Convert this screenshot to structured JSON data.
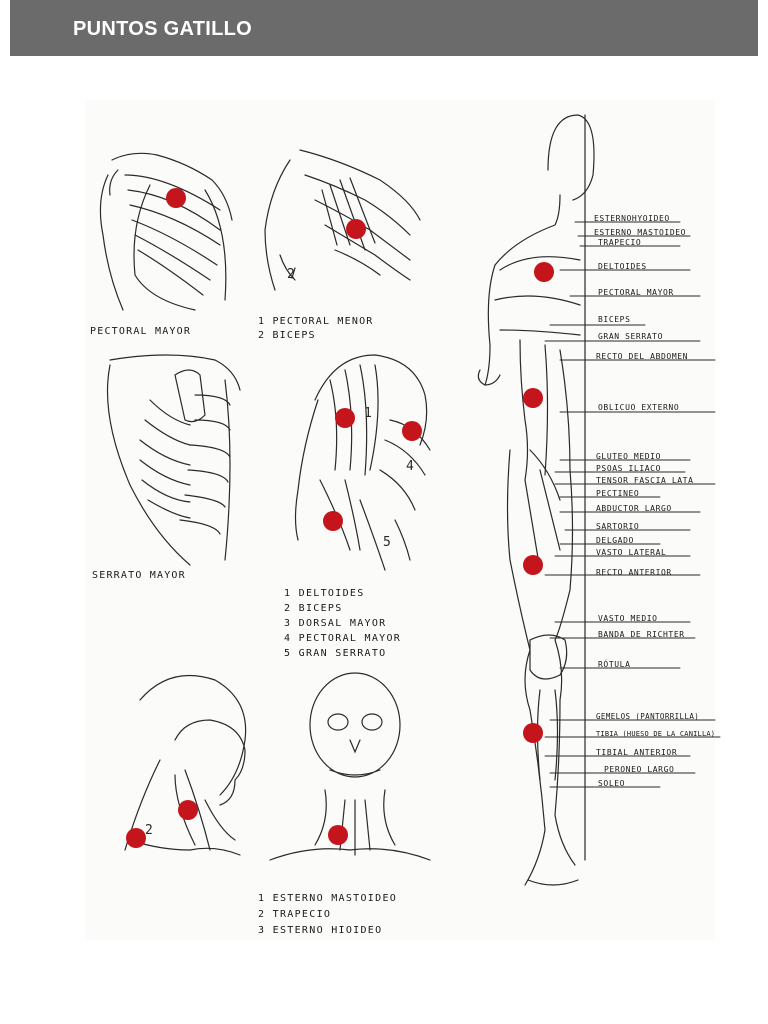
{
  "header": {
    "title": "PUNTOS GATILLO"
  },
  "colors": {
    "header_bg": "#6b6b6b",
    "trigger_point": "#c4151c",
    "ink": "#2a2a2a"
  },
  "panels": {
    "pectoral_mayor": {
      "caption": "PECTORAL   MAYOR"
    },
    "pectoral_menor": {
      "line1": "1 PECTORAL     MENOR",
      "line2": "2 BICEPS"
    },
    "serrato": {
      "caption": "SERRATO   MAYOR"
    },
    "deltoides": {
      "list": [
        "1 DELTOIDES",
        "2 BICEPS",
        "3 DORSAL MAYOR",
        "4 PECTORAL MAYOR",
        "5 GRAN SERRATO"
      ]
    },
    "cuello": {
      "list": [
        "1 ESTERNO MASTOIDEO",
        "2 TRAPECIO",
        "3 ESTERNO HIOIDEO"
      ]
    }
  },
  "body_labels": [
    "ESTERNOHYOIDEO",
    "ESTERNO MASTOIDEO",
    "TRAPECIO",
    "DELTOIDES",
    "PECTORAL  MAYOR",
    "BICEPS",
    "GRAN SERRATO",
    "RECTO DEL ABDOMEN",
    "OBLICUO  EXTERNO",
    "GLUTEO MEDIO",
    "PSOAS ILIACO",
    "TENSOR FASCIA LATA",
    "PECTINEO",
    "ABDUCTOR LARGO",
    "SARTORIO",
    "DELGADO",
    "VASTO LATERAL",
    "RECTO ANTERIOR",
    "VASTO   MEDIO",
    "BANDA DE RICHTER",
    "RÓTULA",
    "GEMELOS (PANTORRILLA)",
    "TIBIA (HUESO DE LA CANILLA)",
    "TIBIAL ANTERIOR",
    "PERONEO LARGO",
    "SOLEO"
  ]
}
